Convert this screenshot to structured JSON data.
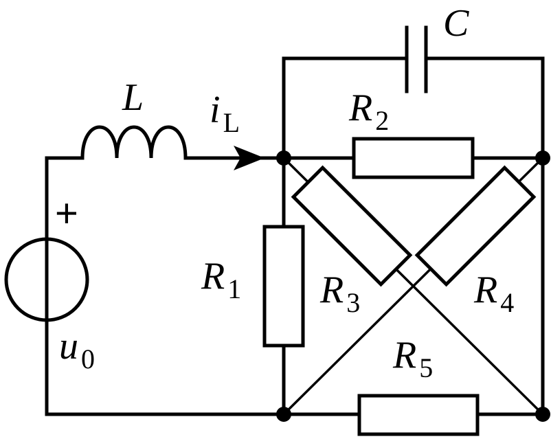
{
  "labels": {
    "L": {
      "main": "L",
      "sub": ""
    },
    "iL": {
      "main": "i",
      "sub": "L"
    },
    "C": {
      "main": "C",
      "sub": ""
    },
    "R1": {
      "main": "R",
      "sub": "1"
    },
    "R2": {
      "main": "R",
      "sub": "2"
    },
    "R3": {
      "main": "R",
      "sub": "3"
    },
    "R4": {
      "main": "R",
      "sub": "4"
    },
    "R5": {
      "main": "R",
      "sub": "5"
    },
    "u0": {
      "main": "u",
      "sub": "0"
    },
    "plus": "+"
  }
}
